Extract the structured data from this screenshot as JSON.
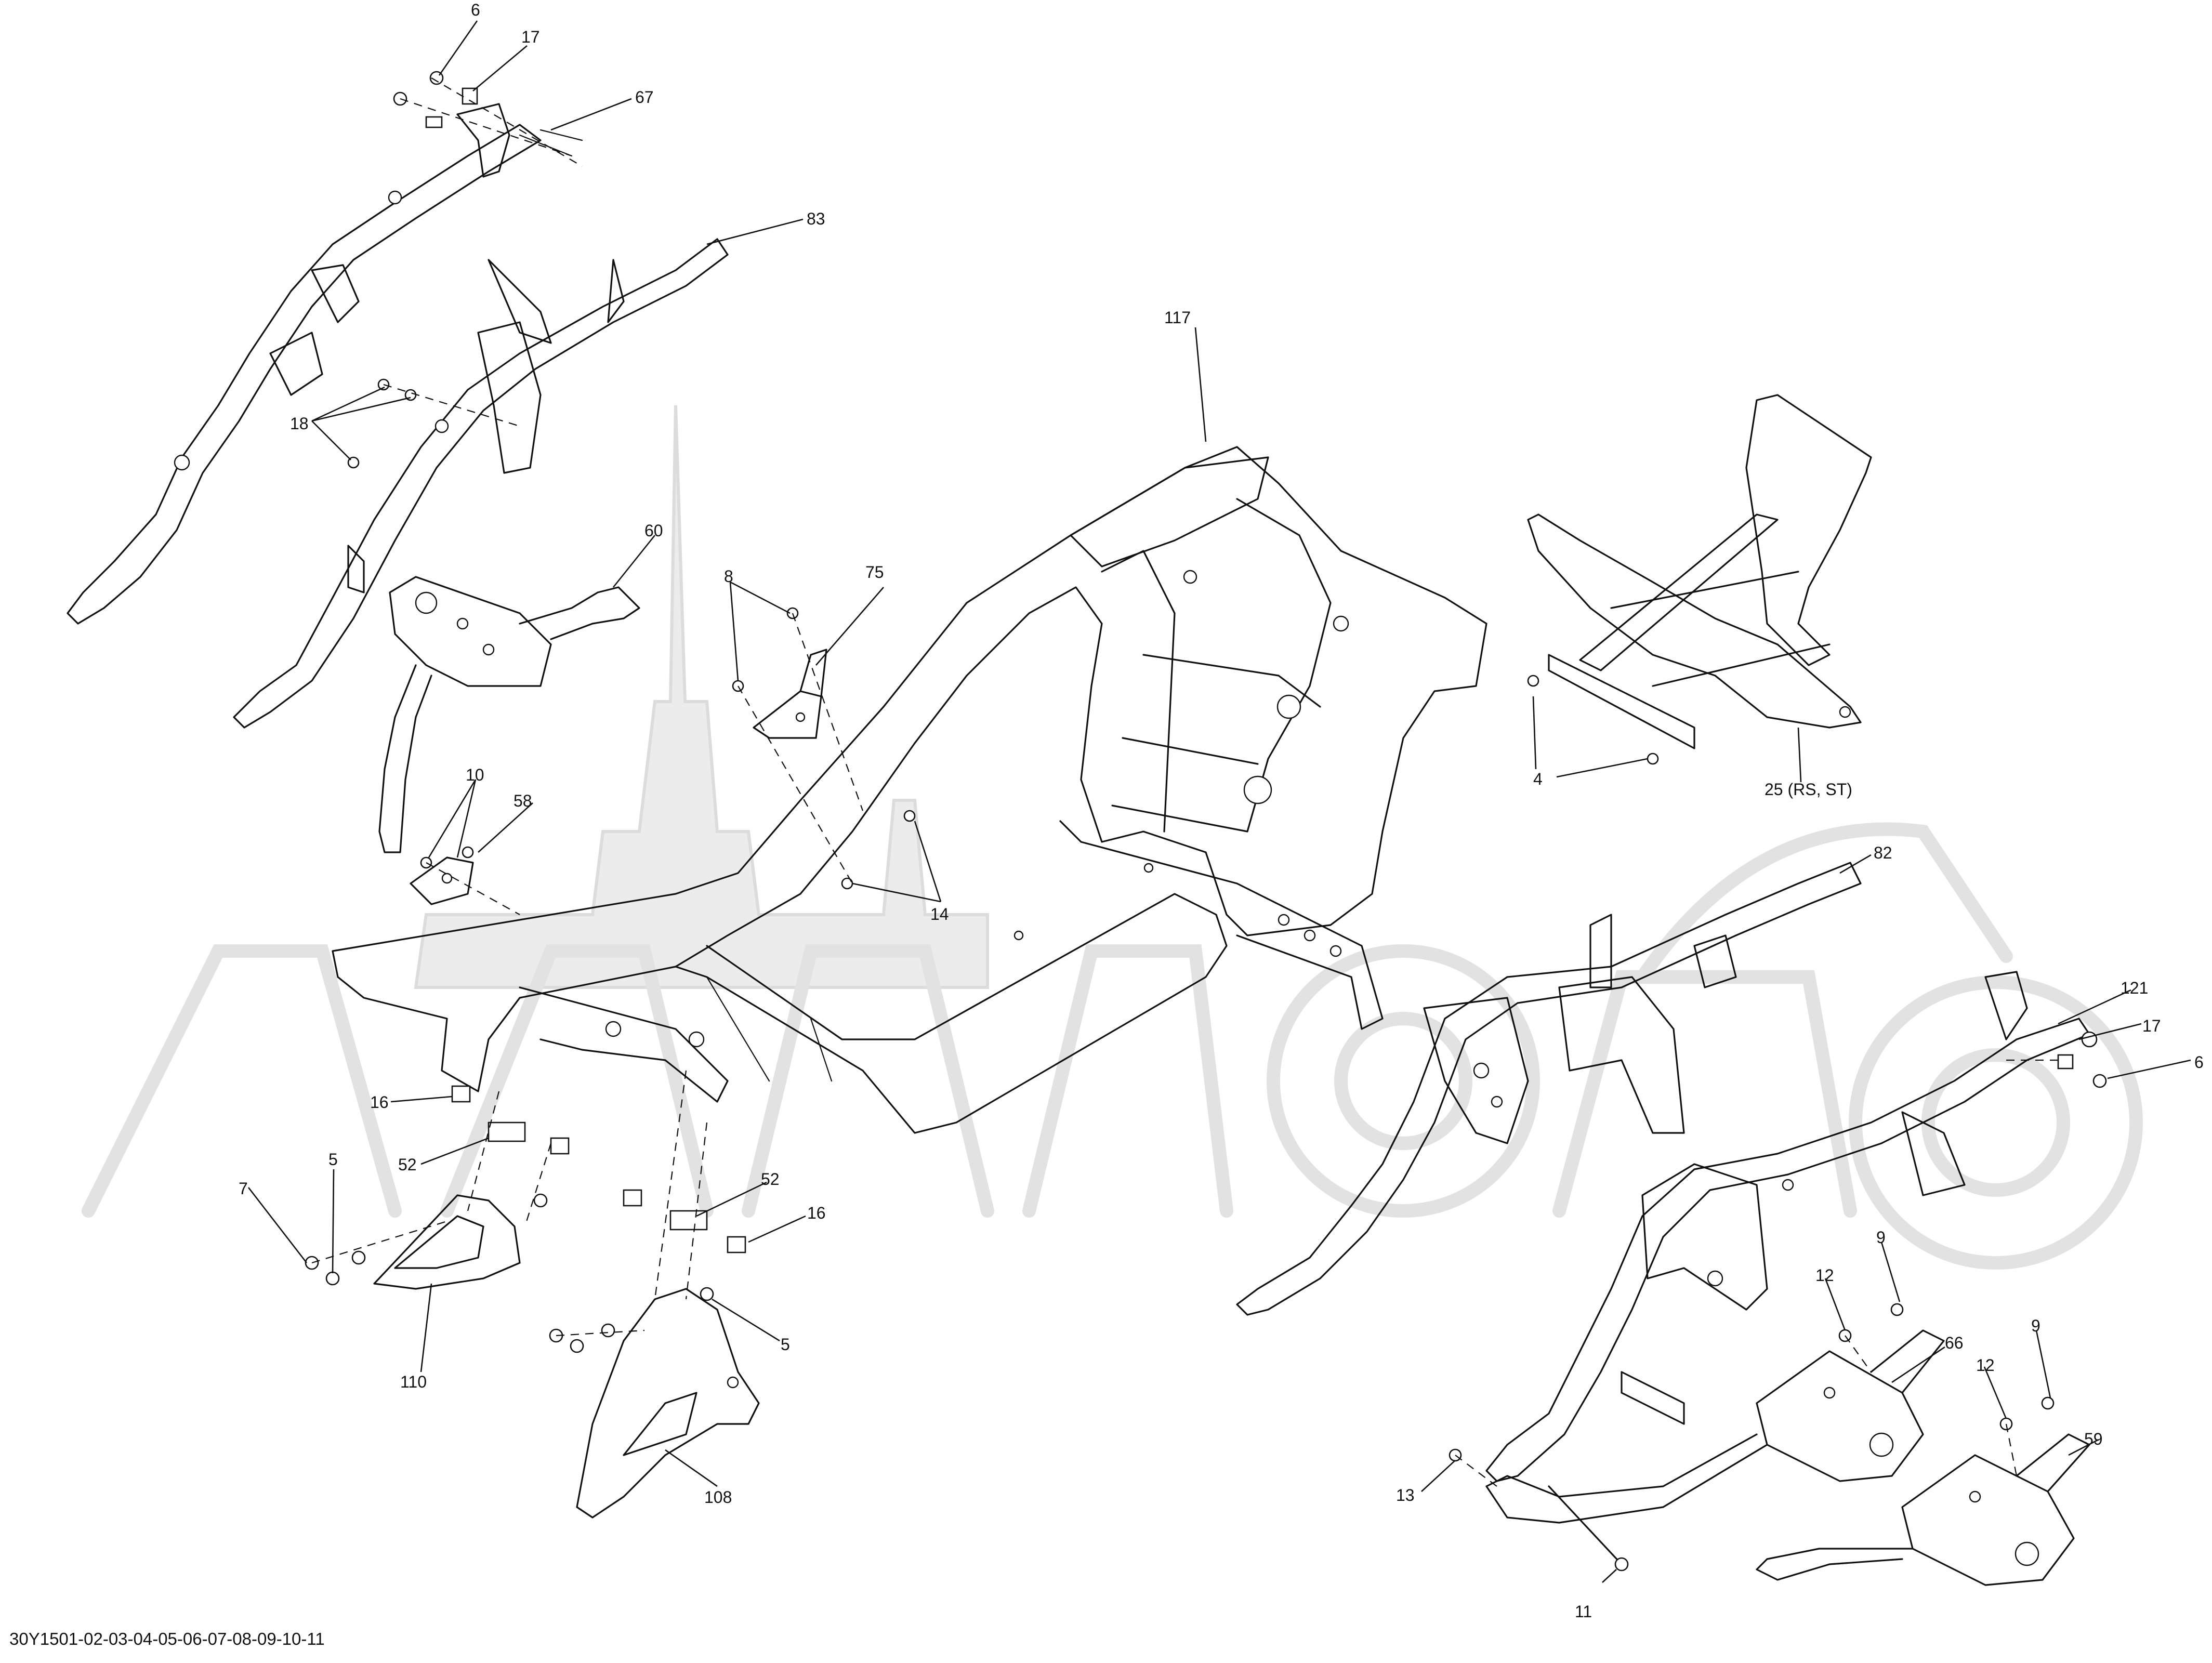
{
  "diagram": {
    "footer_code": "30Y1501-02-03-04-05-06-07-08-09-10-11",
    "callouts": [
      "6",
      "17",
      "67",
      "83",
      "18",
      "60",
      "8",
      "75",
      "117",
      "4",
      "25 (RS, ST)",
      "10",
      "58",
      "14",
      "82",
      "121",
      "17",
      "6",
      "16",
      "52",
      "5",
      "7",
      "52",
      "16",
      "110",
      "5",
      "108",
      "9",
      "12",
      "66",
      "9",
      "12",
      "59",
      "13",
      "11"
    ]
  }
}
